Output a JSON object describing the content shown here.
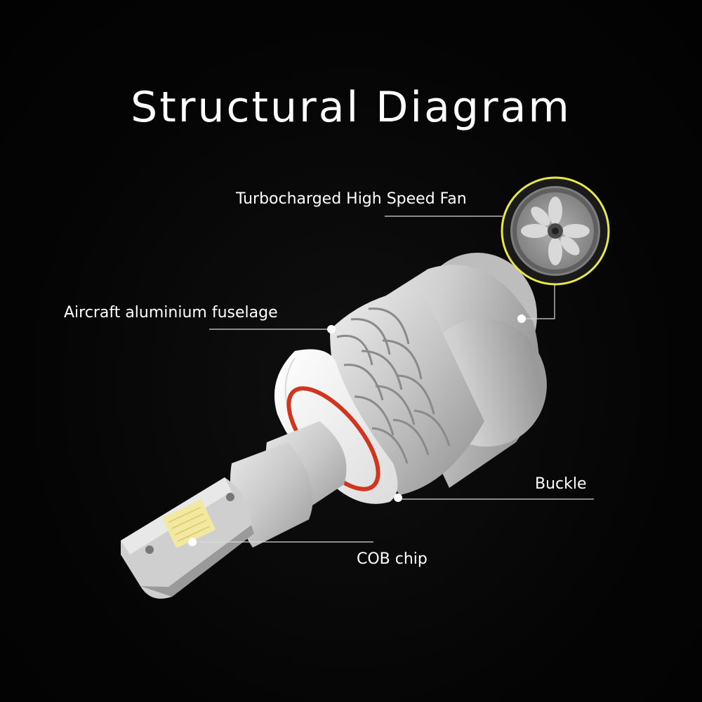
{
  "diagram": {
    "title": "Structural Diagram",
    "labels": {
      "fan": "Turbocharged High Speed Fan",
      "fuselage": "Aircraft aluminium fuselage",
      "buckle": "Buckle",
      "cob_chip": "COB chip"
    },
    "colors": {
      "background": "#050505",
      "text": "#ffffff",
      "leader_line": "#d9d9d9",
      "fan_ring": "#e6e84a",
      "sealing_ring": "#d2351e",
      "aluminium": "#c9c9c9",
      "led_chip": "#f3e8a0"
    }
  }
}
